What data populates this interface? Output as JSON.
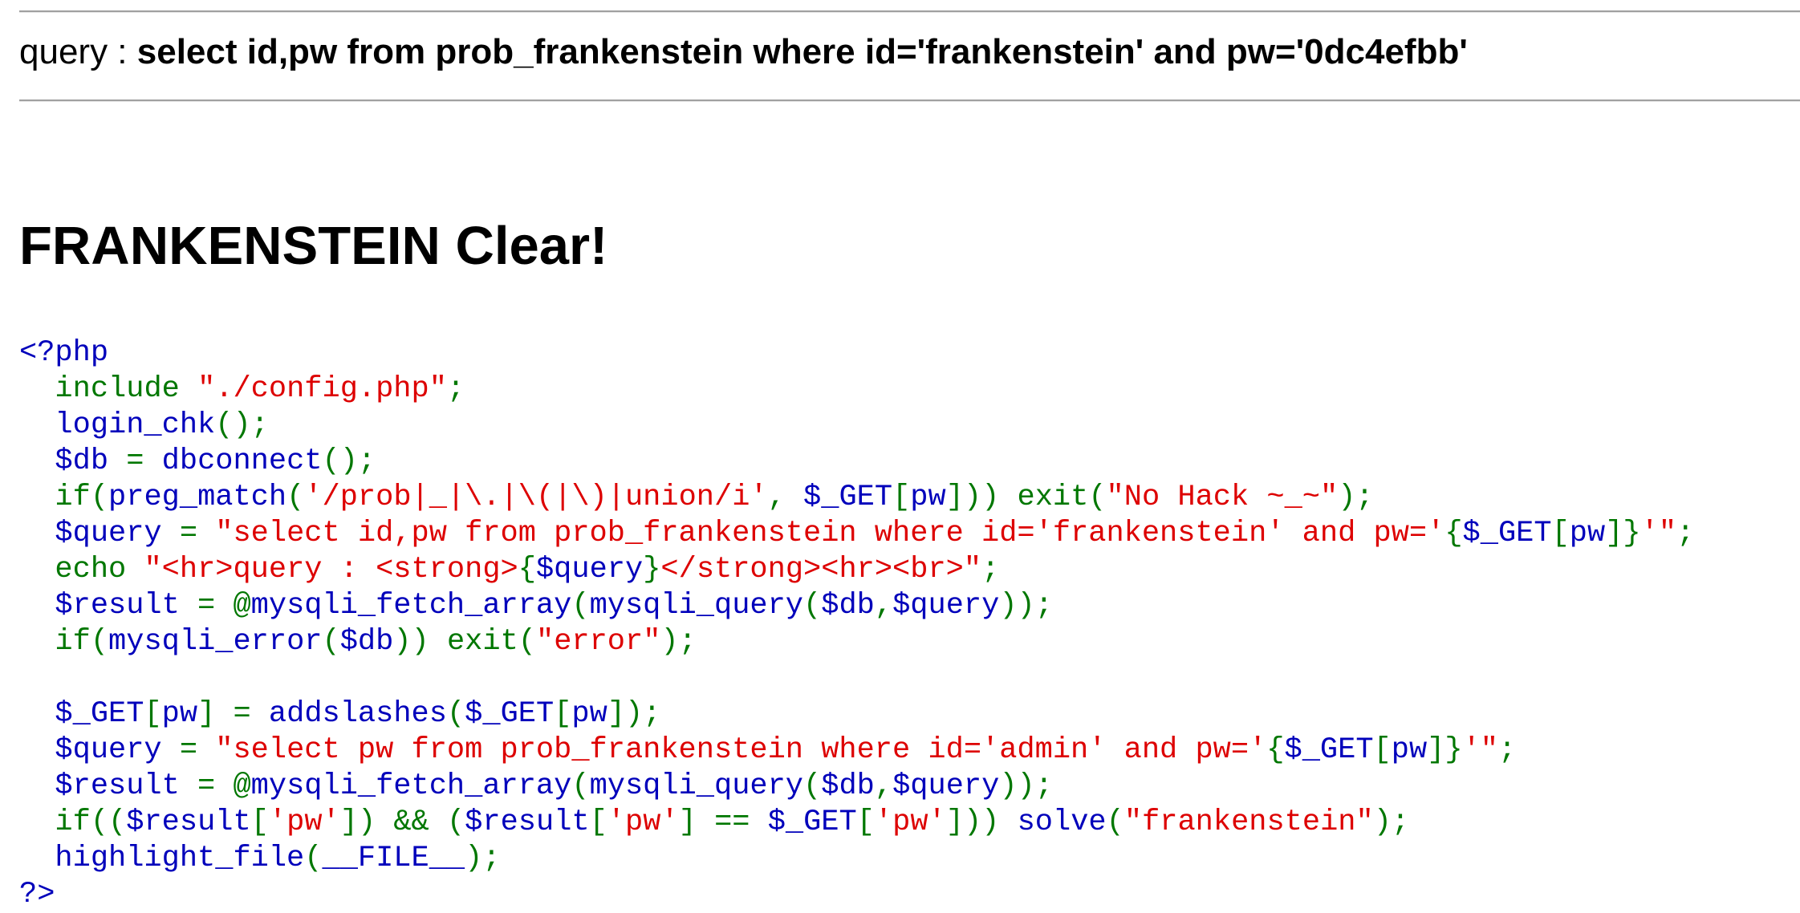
{
  "query_line": {
    "label": "query : ",
    "value": "select id,pw from prob_frankenstein where id='frankenstein' and pw='0dc4efbb'"
  },
  "title": "FRANKENSTEIN Clear!",
  "code": {
    "colors": {
      "default": "#0000BB",
      "keyword": "#007700",
      "string": "#DD0000"
    },
    "lines": [
      [
        [
          "d",
          "<?php"
        ]
      ],
      [
        [
          "d",
          "  "
        ],
        [
          "k",
          "include "
        ],
        [
          "s",
          "\"./config.php\""
        ],
        [
          "k",
          ";"
        ]
      ],
      [
        [
          "d",
          "  login_chk"
        ],
        [
          "k",
          "();"
        ]
      ],
      [
        [
          "d",
          "  $db "
        ],
        [
          "k",
          "= "
        ],
        [
          "d",
          "dbconnect"
        ],
        [
          "k",
          "();"
        ]
      ],
      [
        [
          "d",
          "  "
        ],
        [
          "k",
          "if("
        ],
        [
          "d",
          "preg_match"
        ],
        [
          "k",
          "("
        ],
        [
          "s",
          "'/prob|_|\\.|\\(|\\)|union/i'"
        ],
        [
          "k",
          ", "
        ],
        [
          "d",
          "$_GET"
        ],
        [
          "k",
          "["
        ],
        [
          "d",
          "pw"
        ],
        [
          "k",
          "])) exit("
        ],
        [
          "s",
          "\"No Hack ~_~\""
        ],
        [
          "k",
          ");"
        ]
      ],
      [
        [
          "d",
          "  $query "
        ],
        [
          "k",
          "= "
        ],
        [
          "s",
          "\"select id,pw from prob_frankenstein where id='frankenstein' and pw='"
        ],
        [
          "k",
          "{"
        ],
        [
          "d",
          "$_GET"
        ],
        [
          "k",
          "["
        ],
        [
          "d",
          "pw"
        ],
        [
          "k",
          "]}"
        ],
        [
          "s",
          "'\""
        ],
        [
          "k",
          ";"
        ]
      ],
      [
        [
          "d",
          "  "
        ],
        [
          "k",
          "echo "
        ],
        [
          "s",
          "\"<hr>query : <strong>"
        ],
        [
          "k",
          "{"
        ],
        [
          "d",
          "$query"
        ],
        [
          "k",
          "}"
        ],
        [
          "s",
          "</strong><hr><br>\""
        ],
        [
          "k",
          ";"
        ]
      ],
      [
        [
          "d",
          "  $result "
        ],
        [
          "k",
          "= @"
        ],
        [
          "d",
          "mysqli_fetch_array"
        ],
        [
          "k",
          "("
        ],
        [
          "d",
          "mysqli_query"
        ],
        [
          "k",
          "("
        ],
        [
          "d",
          "$db"
        ],
        [
          "k",
          ","
        ],
        [
          "d",
          "$query"
        ],
        [
          "k",
          "));"
        ]
      ],
      [
        [
          "d",
          "  "
        ],
        [
          "k",
          "if("
        ],
        [
          "d",
          "mysqli_error"
        ],
        [
          "k",
          "("
        ],
        [
          "d",
          "$db"
        ],
        [
          "k",
          ")) exit("
        ],
        [
          "s",
          "\"error\""
        ],
        [
          "k",
          ");"
        ]
      ],
      [
        [
          "d",
          " "
        ]
      ],
      [
        [
          "d",
          "  $_GET"
        ],
        [
          "k",
          "["
        ],
        [
          "d",
          "pw"
        ],
        [
          "k",
          "] = "
        ],
        [
          "d",
          "addslashes"
        ],
        [
          "k",
          "("
        ],
        [
          "d",
          "$_GET"
        ],
        [
          "k",
          "["
        ],
        [
          "d",
          "pw"
        ],
        [
          "k",
          "]);"
        ]
      ],
      [
        [
          "d",
          "  $query "
        ],
        [
          "k",
          "= "
        ],
        [
          "s",
          "\"select pw from prob_frankenstein where id='admin' and pw='"
        ],
        [
          "k",
          "{"
        ],
        [
          "d",
          "$_GET"
        ],
        [
          "k",
          "["
        ],
        [
          "d",
          "pw"
        ],
        [
          "k",
          "]}"
        ],
        [
          "s",
          "'\""
        ],
        [
          "k",
          ";"
        ]
      ],
      [
        [
          "d",
          "  $result "
        ],
        [
          "k",
          "= @"
        ],
        [
          "d",
          "mysqli_fetch_array"
        ],
        [
          "k",
          "("
        ],
        [
          "d",
          "mysqli_query"
        ],
        [
          "k",
          "("
        ],
        [
          "d",
          "$db"
        ],
        [
          "k",
          ","
        ],
        [
          "d",
          "$query"
        ],
        [
          "k",
          "));"
        ]
      ],
      [
        [
          "d",
          "  "
        ],
        [
          "k",
          "if(("
        ],
        [
          "d",
          "$result"
        ],
        [
          "k",
          "["
        ],
        [
          "s",
          "'pw'"
        ],
        [
          "k",
          "]) && ("
        ],
        [
          "d",
          "$result"
        ],
        [
          "k",
          "["
        ],
        [
          "s",
          "'pw'"
        ],
        [
          "k",
          "] == "
        ],
        [
          "d",
          "$_GET"
        ],
        [
          "k",
          "["
        ],
        [
          "s",
          "'pw'"
        ],
        [
          "k",
          "])) "
        ],
        [
          "d",
          "solve"
        ],
        [
          "k",
          "("
        ],
        [
          "s",
          "\"frankenstein\""
        ],
        [
          "k",
          ");"
        ]
      ],
      [
        [
          "d",
          "  highlight_file"
        ],
        [
          "k",
          "("
        ],
        [
          "d",
          "__FILE__"
        ],
        [
          "k",
          ");"
        ]
      ],
      [
        [
          "d",
          "?>"
        ]
      ]
    ]
  }
}
